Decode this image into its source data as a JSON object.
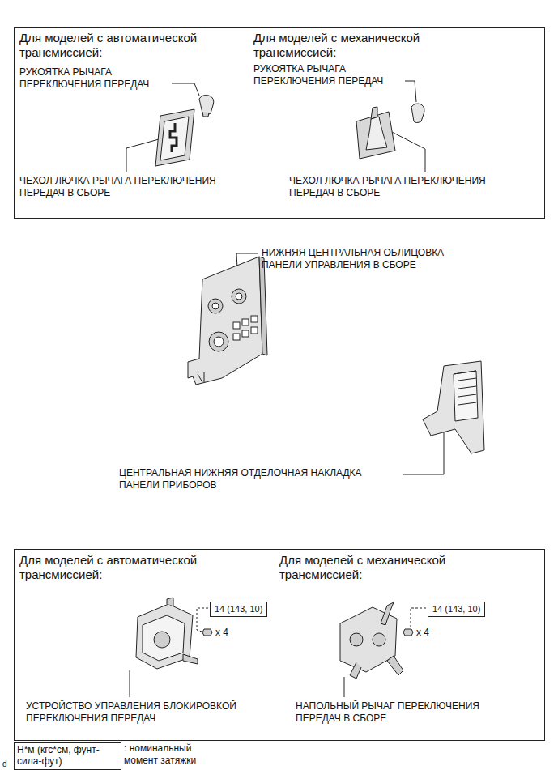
{
  "diagram": {
    "nodes": [
      {
        "text": [
          "Для моделей с автоматической трансмиссией:",
          "Для моделей с механической трансмиссией:"
        ]
      },
      {
        "text": [
          "Для моделей с автоматической трансмиссией:",
          "Для моделей с механической трансмиссией:"
        ]
      },
      {
        "text": [
          "14 (143, 10)"
        ],
        "in": 1
      },
      {
        "text": [
          "14 (143, 10)"
        ],
        "in": 1
      },
      {
        "text": [
          "Н*м (кгс*см, фунт-сила-фут)"
        ]
      }
    ],
    "labels": [
      "РУКОЯТКА РЫЧАГА ПЕРЕКЛЮЧЕНИЯ ПЕРЕДАЧ",
      "РУКОЯТКА РЫЧАГА ПЕРЕКЛЮЧЕНИЯ ПЕРЕДАЧ",
      "ЧЕХОЛ ЛЮЧКА РЫЧАГА ПЕРЕКЛЮЧЕНИЯ ПЕРЕДАЧ В СБОРЕ",
      "ЧЕХОЛ ЛЮЧКА РЫЧАГА ПЕРЕКЛЮЧЕНИЯ ПЕРЕДАЧ В СБОРЕ",
      "НИЖНЯЯ ЦЕНТРАЛЬНАЯ ОБЛИЦОВКА ПАНЕЛИ УПРАВЛЕНИЯ В СБОРЕ",
      "ЦЕНТРАЛЬНАЯ НИЖНЯЯ ОТДЕЛОЧНАЯ НАКЛАДКА ПАНЕЛИ ПРИБОРОВ",
      "x 4",
      "x 4",
      "УСТРОЙСТВО УПРАВЛЕНИЯ БЛОКИРОВКОЙ ПЕРЕКЛЮЧЕНИЯ ПЕРЕДАЧ",
      "НАПОЛЬНЫЙ РЫЧАГ ПЕРЕКЛЮЧЕНИЯ ПЕРЕДАЧ В СБОРЕ",
      ": номинальный момент затяжки",
      "d"
    ]
  }
}
